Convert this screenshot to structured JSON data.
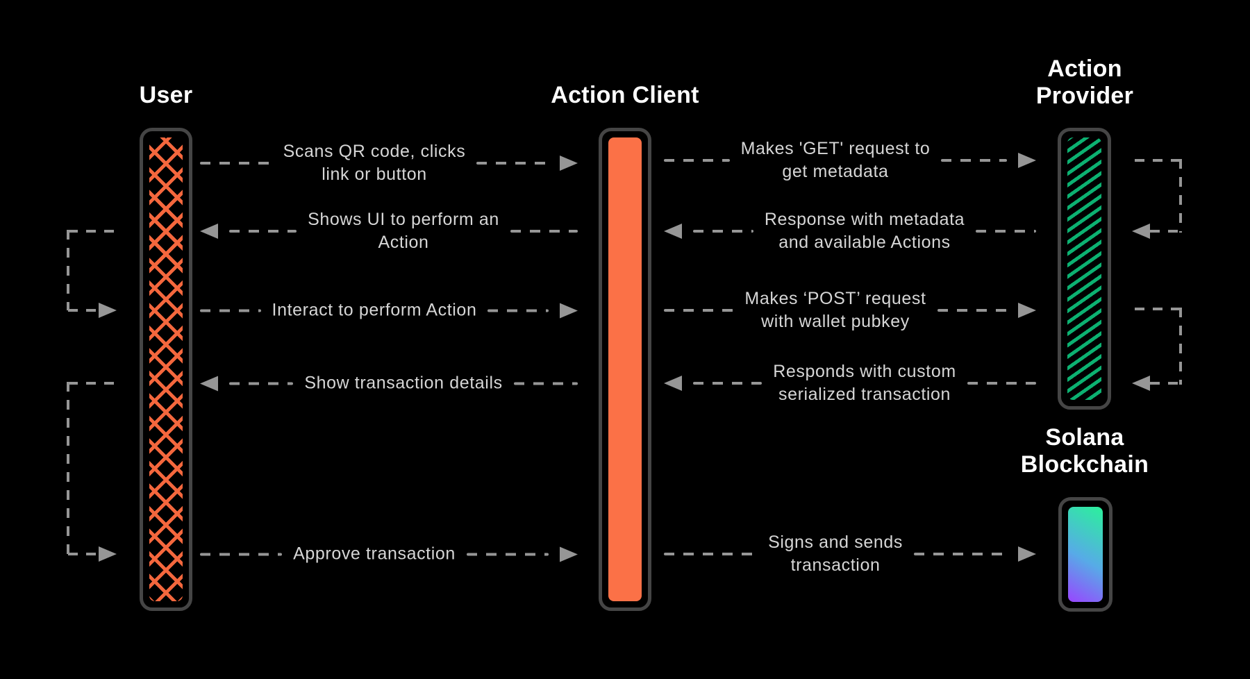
{
  "colors": {
    "background": "#000000",
    "lane_border": "#454545",
    "orange": "#FB7147",
    "crosshatch_orange": "#F4673D",
    "green": "#0CB171",
    "arrow_gray": "#969696",
    "text_gray": "#D6D6D6",
    "title_white": "#FFFFFF",
    "solana_green": "#2BF19B",
    "solana_blue": "#57ABE7",
    "solana_purple": "#9945FF"
  },
  "actors": {
    "user": {
      "title": "User"
    },
    "action_client": {
      "title": "Action Client"
    },
    "action_provider": {
      "title_line1": "Action",
      "title_line2": "Provider"
    },
    "solana": {
      "title_line1": "Solana",
      "title_line2": "Blockchain"
    }
  },
  "messages": {
    "left": [
      {
        "line1": "Scans QR code, clicks",
        "line2": "link or button",
        "direction": "right",
        "from": "User",
        "to": "Action Client"
      },
      {
        "line1": "Shows UI to perform an",
        "line2": "Action",
        "direction": "left",
        "from": "Action Client",
        "to": "User"
      },
      {
        "line1": "Interact to perform Action",
        "line2": "",
        "direction": "right",
        "from": "User",
        "to": "Action Client"
      },
      {
        "line1": "Show transaction details",
        "line2": "",
        "direction": "left",
        "from": "Action Client",
        "to": "User"
      },
      {
        "line1": "Approve transaction",
        "line2": "",
        "direction": "right",
        "from": "User",
        "to": "Action Client"
      }
    ],
    "right": [
      {
        "line1": "Makes 'GET' request to",
        "line2": "get metadata",
        "direction": "right",
        "from": "Action Client",
        "to": "Action Provider"
      },
      {
        "line1": "Response with metadata",
        "line2": "and available Actions",
        "direction": "left",
        "from": "Action Provider",
        "to": "Action Client"
      },
      {
        "line1": "Makes ‘POST’ request",
        "line2": "with wallet pubkey",
        "direction": "right",
        "from": "Action Client",
        "to": "Action Provider"
      },
      {
        "line1": "Responds with custom",
        "line2": "serialized transaction",
        "direction": "left",
        "from": "Action Provider",
        "to": "Action Client"
      },
      {
        "line1": "Signs and sends",
        "line2": "transaction",
        "direction": "right",
        "from": "Action Client",
        "to": "Solana Blockchain"
      }
    ]
  }
}
